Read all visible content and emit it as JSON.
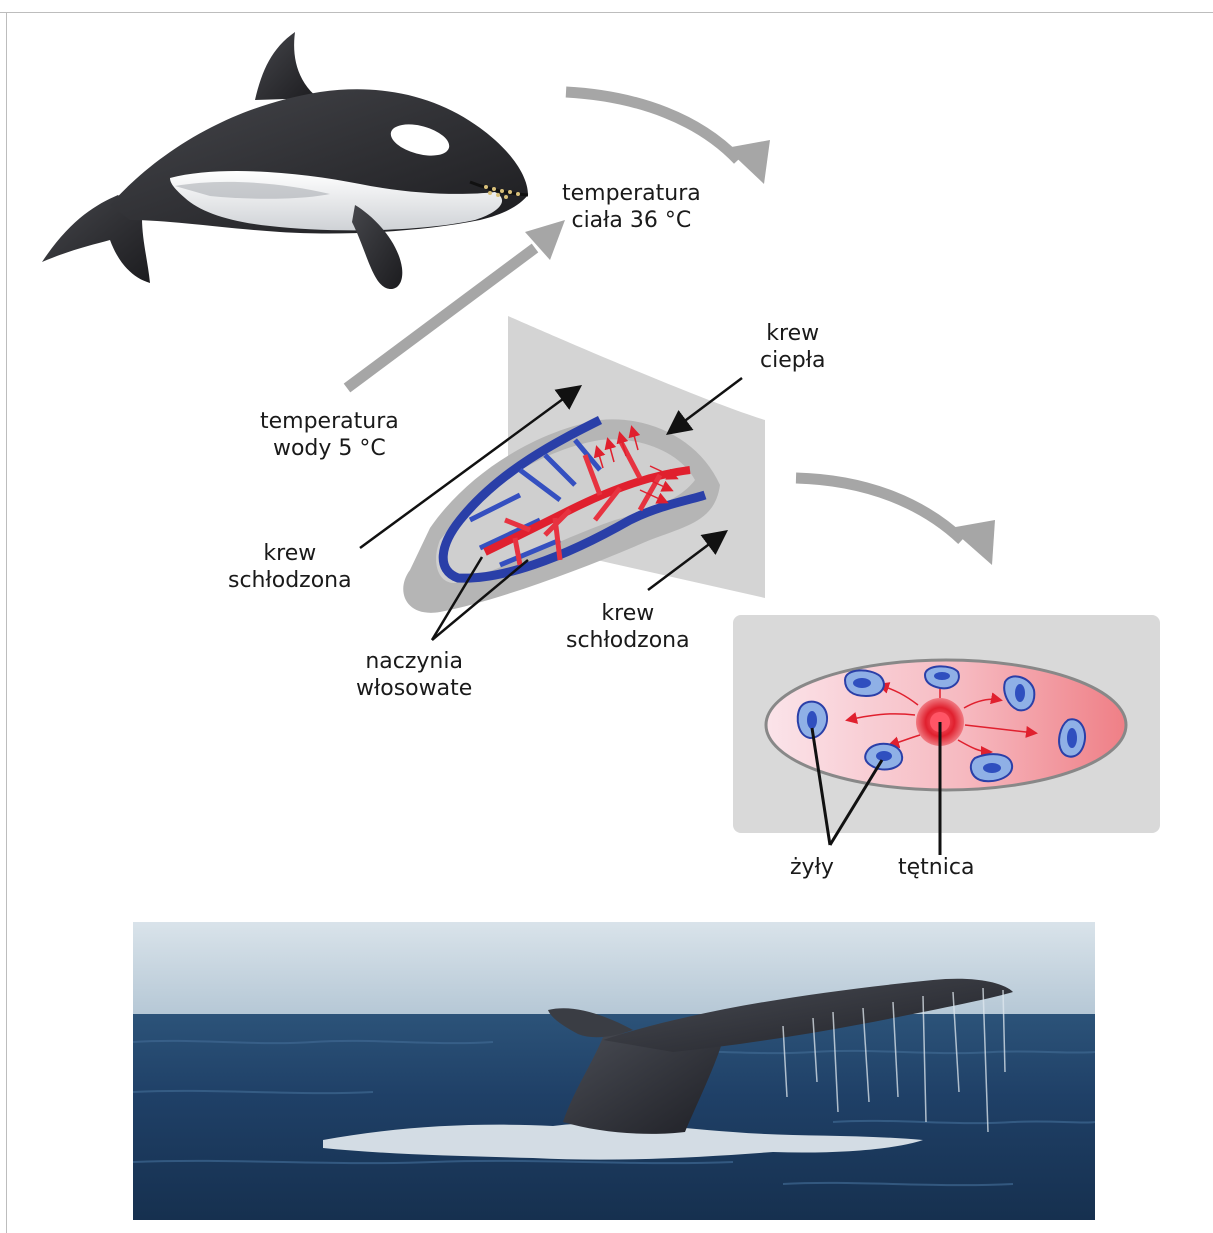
{
  "labels": {
    "body_temp": [
      "temperatura",
      "ciała 36 °C"
    ],
    "water_temp": [
      "temperatura",
      "wody 5 °C"
    ],
    "warm_blood": [
      "krew",
      "ciepła"
    ],
    "cooled_blood_left": [
      "krew",
      "schłodzona"
    ],
    "cooled_blood_right": [
      "krew",
      "schłodzona"
    ],
    "capillaries": [
      "naczynia",
      "włosowate"
    ],
    "veins": "żyły",
    "artery": "tętnica"
  },
  "colors": {
    "arrow_gray": "#a6a6a6",
    "panel_gray": "#d9d9d9",
    "artery_red": "#e0202e",
    "vein_blue": "#2a3fa8",
    "vein_light": "#8fb0e6",
    "orca_black": "#2b2b2e",
    "sea_blue": "#1d3f66",
    "sky": "#c8d7e2"
  },
  "icons": {
    "orca": "orca-illustration",
    "fin": "fin-cross-section",
    "section": "artery-vein-cross-section",
    "photo": "whale-tail-photo"
  }
}
